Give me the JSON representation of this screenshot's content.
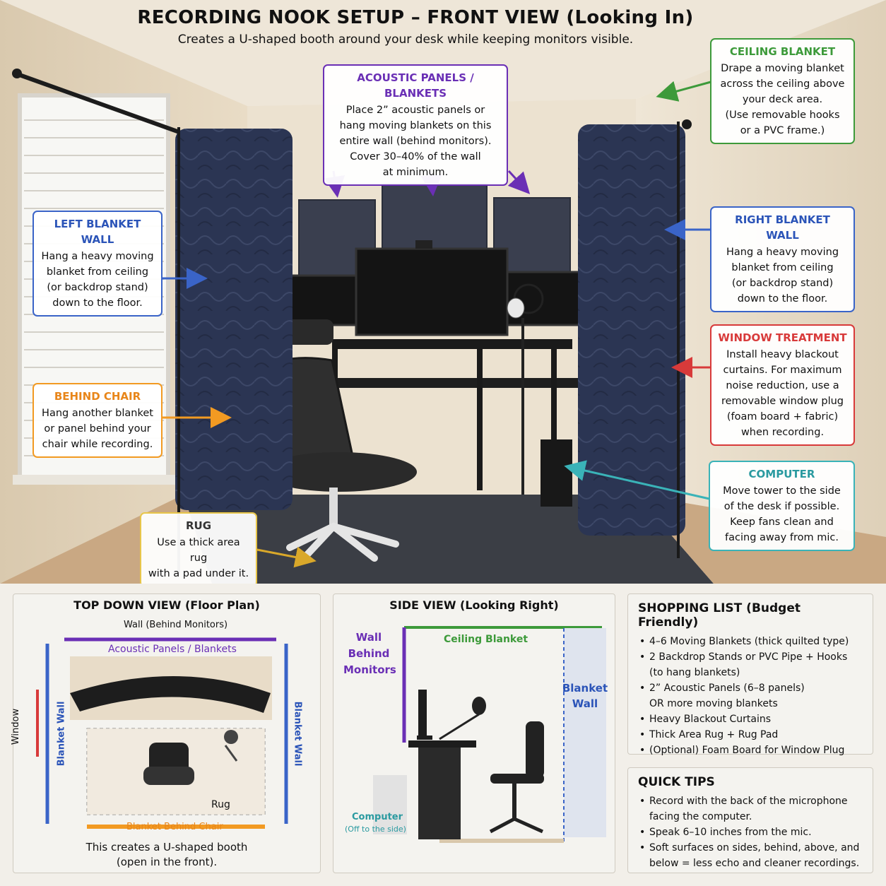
{
  "header": {
    "title": "RECORDING NOOK SETUP – FRONT VIEW (Looking In)",
    "subtitle": "Creates a U-shaped booth around your desk while keeping monitors visible."
  },
  "callouts": {
    "acoustic": {
      "title": "ACOUSTIC PANELS / BLANKETS",
      "body": "Place 2” acoustic panels or\nhang moving blankets on this\nentire wall (behind monitors).\nCover 30–40% of the wall\nat minimum."
    },
    "ceiling": {
      "title": "CEILING BLANKET",
      "body": "Drape a moving blanket\nacross the ceiling above\nyour deck area.\n(Use removable hooks\nor a PVC frame.)"
    },
    "left_wall": {
      "title": "LEFT BLANKET WALL",
      "body": "Hang a heavy moving\nblanket from ceiling\n(or backdrop stand)\ndown to the floor."
    },
    "right_wall": {
      "title": "RIGHT BLANKET WALL",
      "body": "Hang a heavy moving\nblanket from ceiling\n(or backdrop stand)\ndown to the floor."
    },
    "behind_chair": {
      "title": "BEHIND CHAIR",
      "body": "Hang another blanket\nor panel behind your\nchair while recording."
    },
    "window": {
      "title": "WINDOW TREATMENT",
      "body": "Install heavy blackout\ncurtains. For maximum\nnoise reduction, use a\nremovable window plug\n(foam board + fabric)\nwhen recording."
    },
    "computer": {
      "title": "COMPUTER",
      "body": "Move tower to the side\nof the desk if possible.\nKeep fans clean and\nfacing away from mic."
    },
    "rug": {
      "title": "RUG",
      "body": "Use a thick area rug\nwith a pad under it."
    }
  },
  "colors": {
    "purple": "#6a2fb5",
    "green": "#3d9a3a",
    "blue": "#3a64c8",
    "orange": "#f29a22",
    "red": "#d83a3a",
    "teal": "#3ab3b8",
    "yellow": "#e8c64a",
    "blanket": "#2b3553",
    "wall": "#e6dac5",
    "carpet": "#3b3e45"
  },
  "top_view": {
    "title": "TOP DOWN VIEW (Floor Plan)",
    "wall_label": "Wall (Behind Monitors)",
    "panels_label": "Acoustic Panels / Blankets",
    "window_label": "Window",
    "left_blanket": "Blanket Wall",
    "right_blanket": "Blanket Wall",
    "rug_label": "Rug",
    "behind_chair_label": "Blanket Behind Chair",
    "caption": "This creates a U-shaped booth\n(open in the front)."
  },
  "side_view": {
    "title": "SIDE VIEW (Looking Right)",
    "wall_label": "Wall\nBehind\nMonitors",
    "ceiling_label": "Ceiling Blanket",
    "blanket_label": "Blanket\nWall",
    "computer_label": "Computer",
    "computer_sub": "(Off to the side)"
  },
  "shopping": {
    "title": "SHOPPING LIST (Budget Friendly)",
    "items": [
      "4–6 Moving Blankets (thick quilted type)",
      "2 Backdrop Stands or PVC Pipe + Hooks\n(to hang blankets)",
      "2” Acoustic Panels (6–8 panels)\nOR more moving blankets",
      "Heavy Blackout Curtains",
      "Thick Area Rug + Rug Pad",
      "(Optional) Foam Board for Window Plug"
    ]
  },
  "tips": {
    "title": "QUICK TIPS",
    "items": [
      "Record with the back of the microphone\nfacing the computer.",
      "Speak 6–10 inches from the mic.",
      "Soft surfaces on sides, behind, above, and\nbelow = less echo and cleaner recordings."
    ]
  }
}
